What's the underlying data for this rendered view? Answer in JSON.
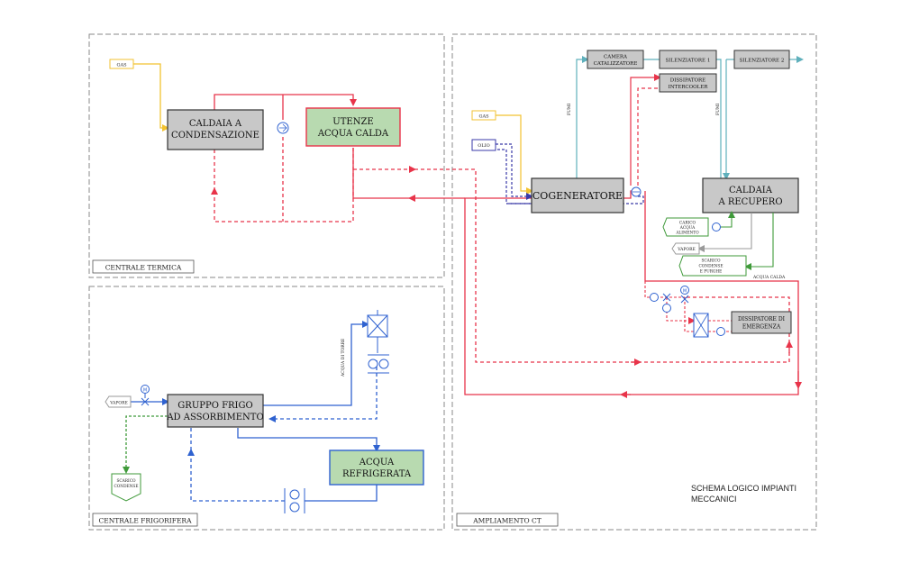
{
  "areas": {
    "thermal": "CENTRALE TERMICA",
    "cooling": "CENTRALE FRIGORIFERA",
    "extension": "AMPLIAMENTO CT"
  },
  "title": {
    "line1": "SCHEMA LOGICO IMPIANTI",
    "line2": "MECCANICI"
  },
  "components": {
    "boiler_line1": "CALDAIA  A",
    "boiler_line2": "CONDENSAZIONE",
    "hotwater_line1": "UTENZE",
    "hotwater_line2": "ACQUA CALDA",
    "cogen": "COGENERATORE",
    "recovery_line1": "CALDAIA",
    "recovery_line2": "A RECUPERO",
    "catalyst_line1": "CAMERA",
    "catalyst_line2": "CATALIZZATORE",
    "silencer1": "SILENZIATORE 1",
    "silencer2": "SILENZIATORE 2",
    "intercooler_line1": "DISSIPATORE",
    "intercooler_line2": "INTERCOOLER",
    "emergency_line1": "DISSIPATORE DI",
    "emergency_line2": "EMERGENZA",
    "absorber_line1": "GRUPPO FRIGO",
    "absorber_line2": "AD ASSORBIMENTO",
    "chilled_line1": "ACQUA",
    "chilled_line2": "REFRIGERATA"
  },
  "tags": {
    "gas_thermal": "GAS",
    "gas_cogen": "GAS",
    "oil": "OLIO",
    "feed_line1": "CARICO",
    "feed_line2": "ACQUA",
    "feed_line3": "ALIMENTO",
    "steam_recovery": "VAPORE",
    "drain_line1": "SCARICO",
    "drain_line2": "CONDENSE",
    "drain_line3": "E PURGHE",
    "steam_absorber": "VAPORE",
    "cond_drain_line1": "SCARICO",
    "cond_drain_line2": "CONDENSE"
  },
  "pipe_labels": {
    "fumi1": "FUMI",
    "fumi2": "FUMI",
    "hot_water": "ACQUA CALDA",
    "tower_water": "ACQUA DI TORRE"
  },
  "symbols": {
    "motor": "M"
  },
  "colors": {
    "hot_water": "#e8344a",
    "gas": "#f2c230",
    "oil": "#3a3aa8",
    "flue": "#5fb0bc",
    "chilled": "#2f62d0",
    "condensate": "#3f9a3a",
    "steam": "#9a9a9a",
    "box_grey": "#c8c8c8",
    "box_green": "#b8dab0",
    "frame": "#8a8a8a"
  }
}
